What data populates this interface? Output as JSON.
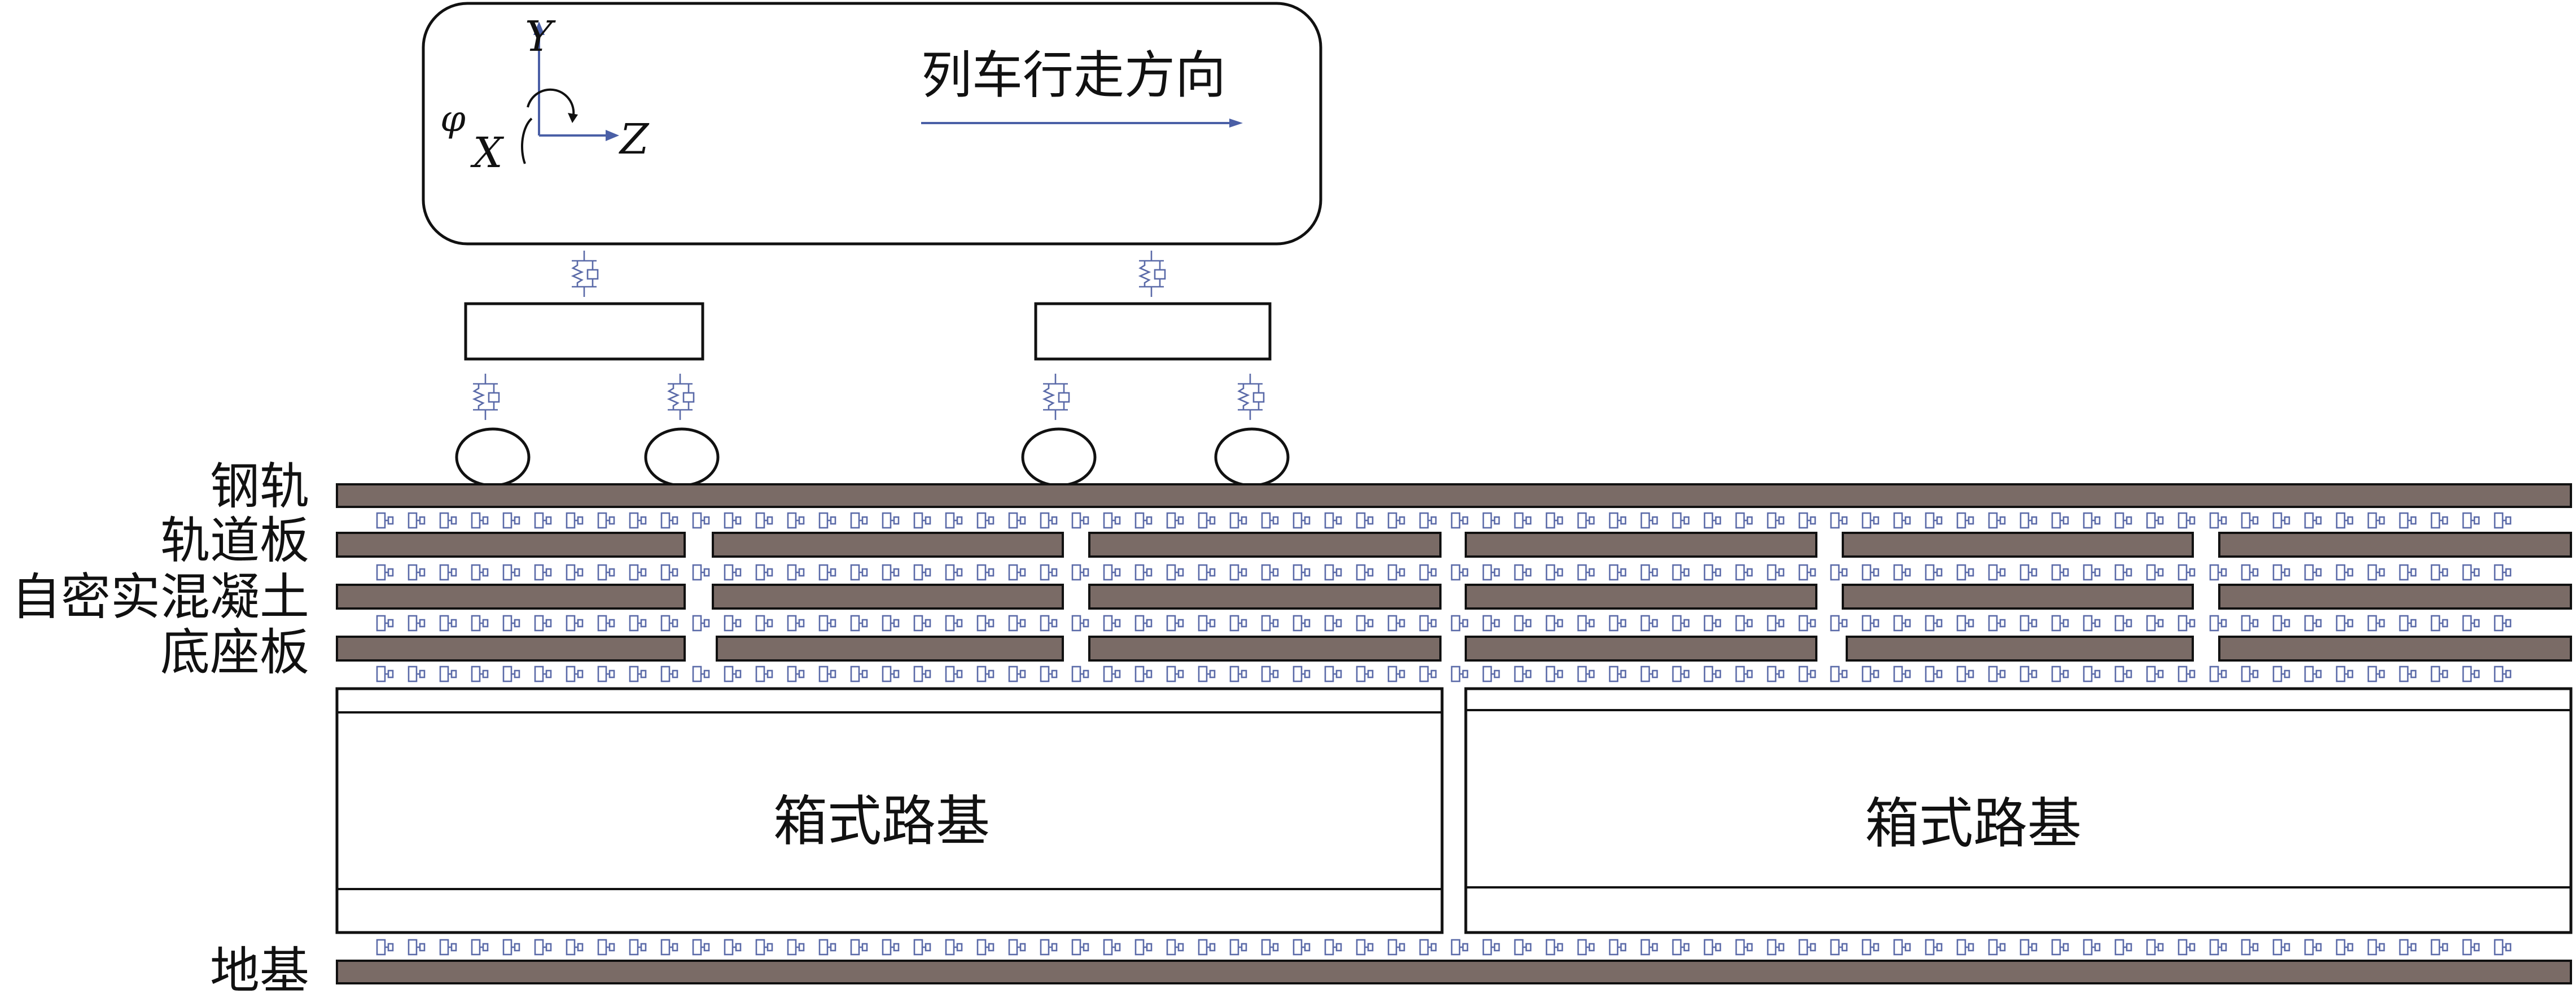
{
  "vehicle": {
    "direction_label": "列车行走方向",
    "axes": {
      "y": "Y",
      "x": "X",
      "z": "Z",
      "rotation": "φ"
    }
  },
  "layers": {
    "rail": "钢轨",
    "track_slab": "轨道板",
    "scc": "自密实混凝土",
    "base_plate": "底座板",
    "foundation": "地基"
  },
  "subgrade": {
    "left_label": "箱式路基",
    "right_label": "箱式路基"
  },
  "colors": {
    "slab_fill": "#7a6b66",
    "spring_blue": "#5a6aa8",
    "outline": "#111111"
  }
}
